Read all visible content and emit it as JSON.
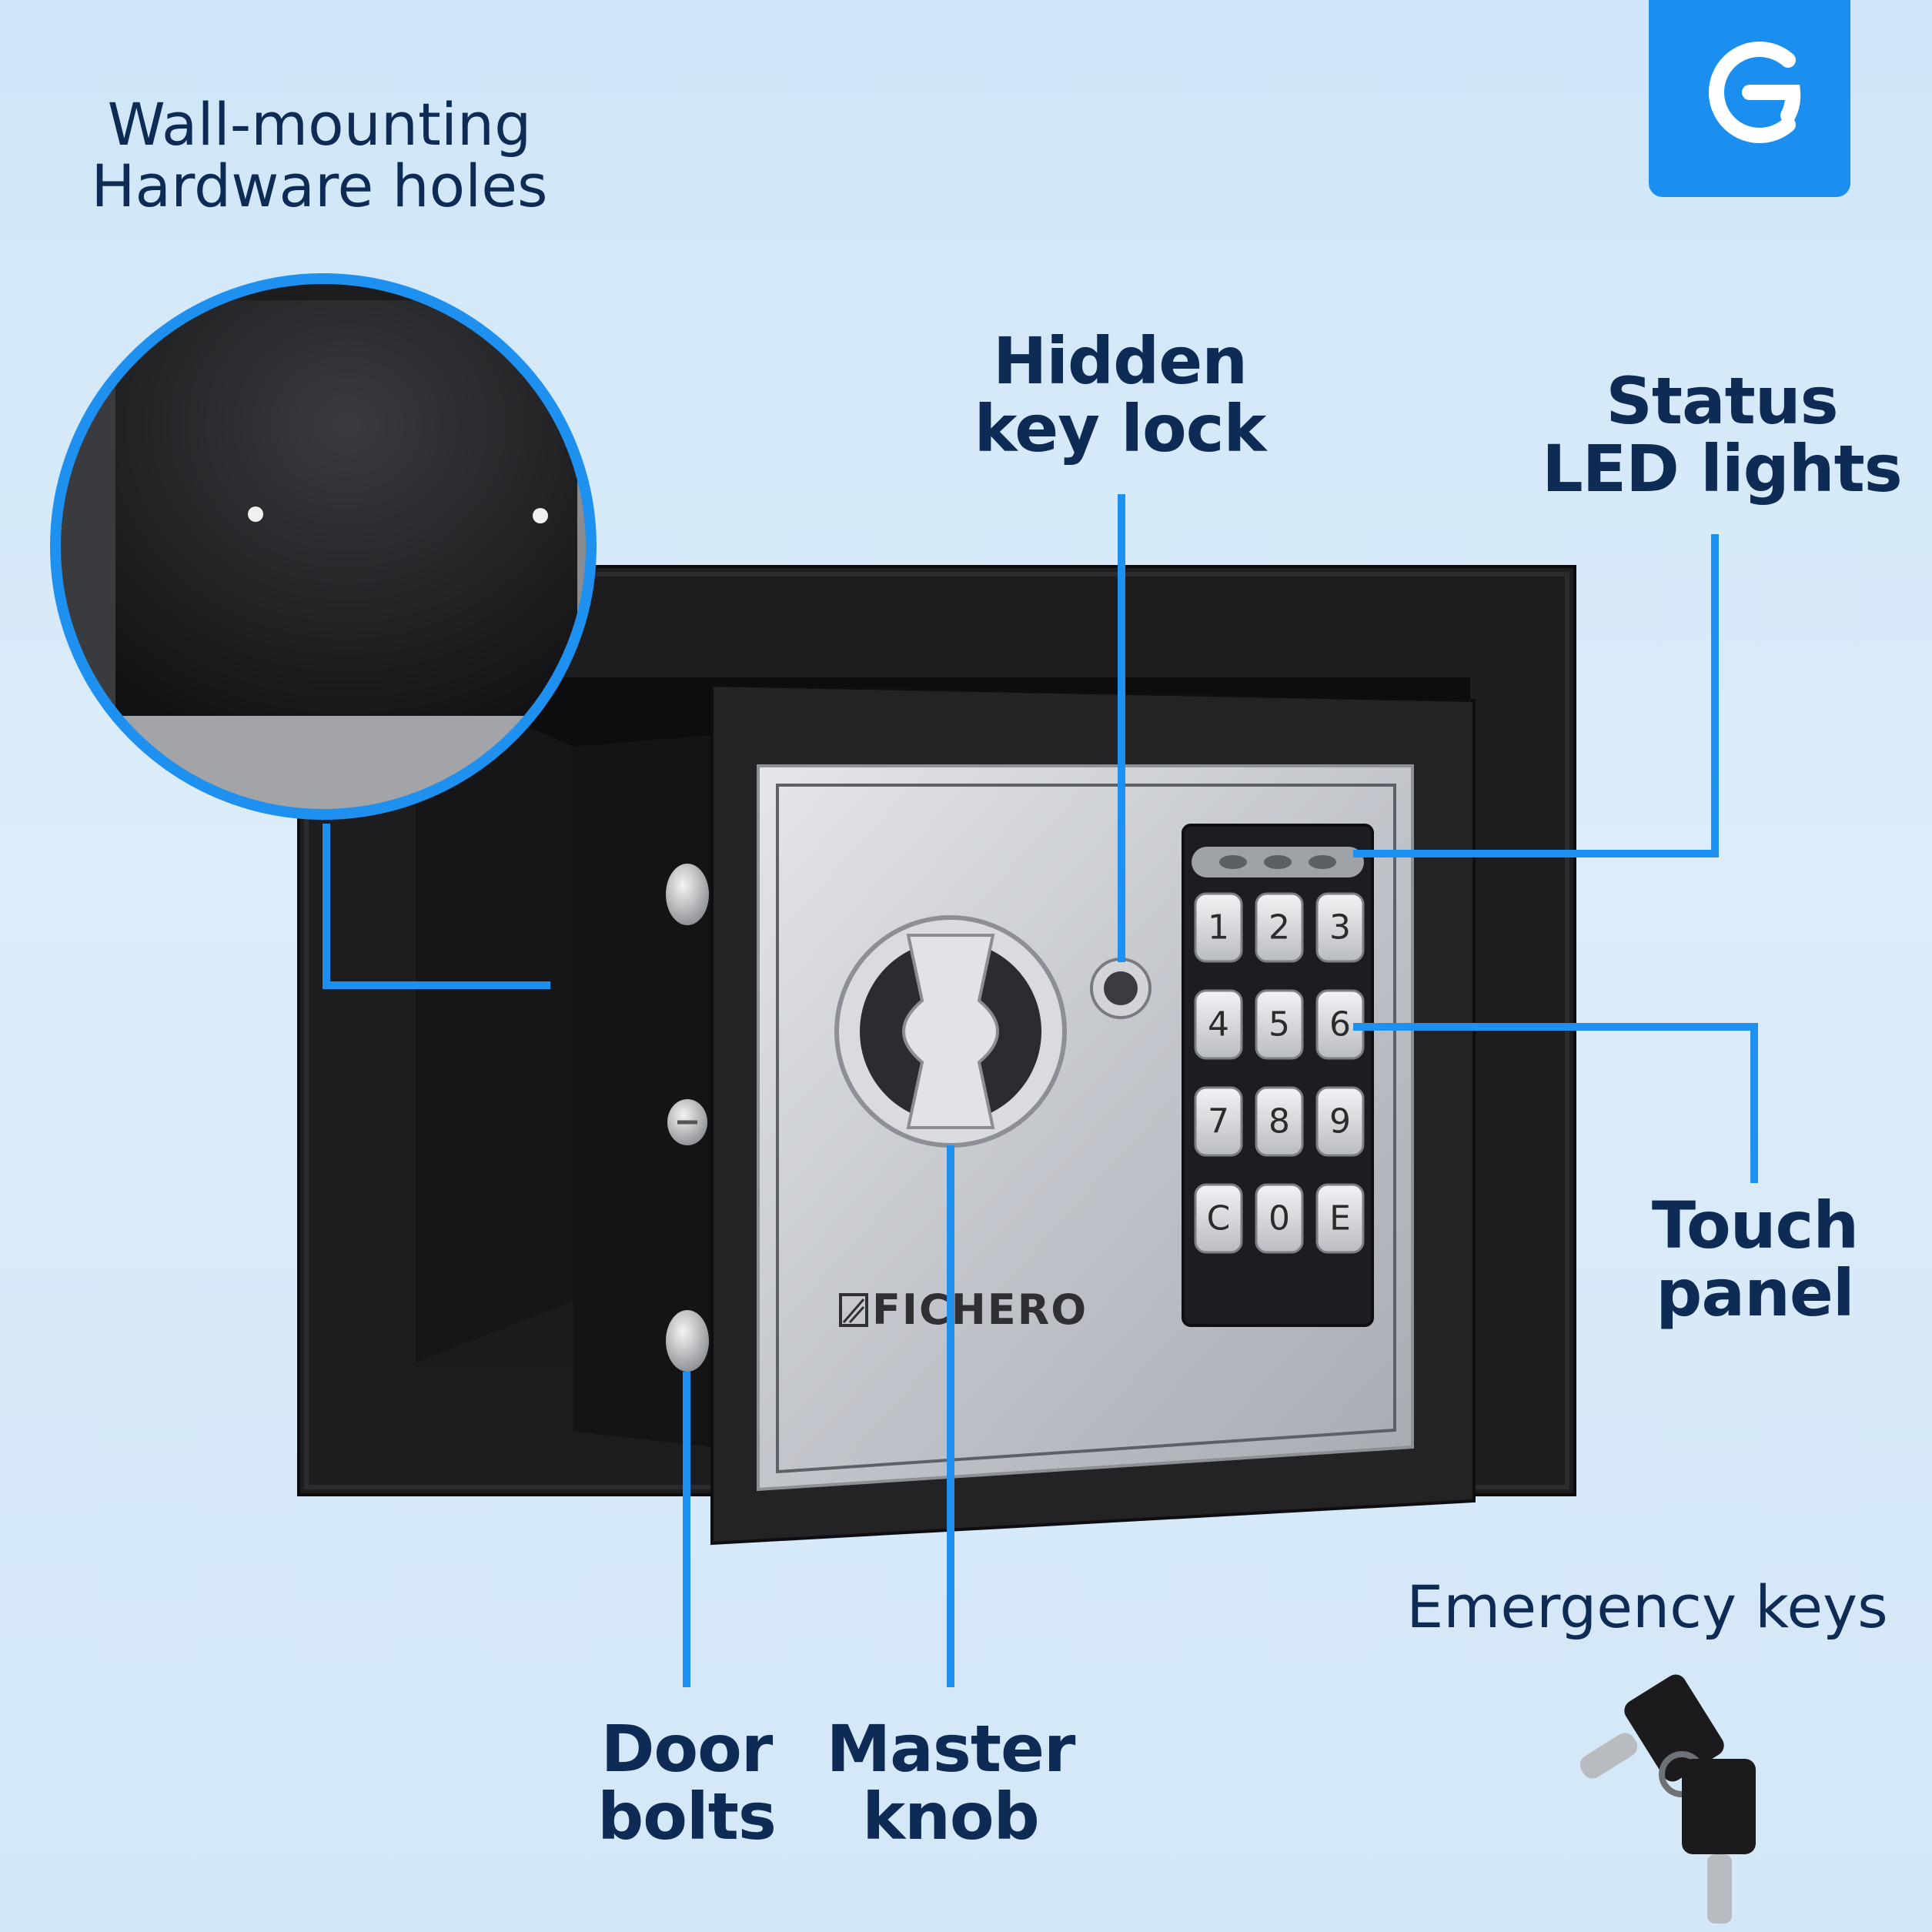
{
  "labels": {
    "wall_mounting": [
      "Wall-mounting",
      "Hardware holes"
    ],
    "hidden_key_lock": [
      "Hidden",
      "key lock"
    ],
    "status_led": [
      "Status",
      "LED lights"
    ],
    "touch_panel": [
      "Touch",
      "panel"
    ],
    "door_bolts": [
      "Door",
      "bolts"
    ],
    "master_knob": [
      "Master",
      "knob"
    ],
    "emergency_keys": "Emergency keys"
  },
  "brand": "FICHERO",
  "keypad": [
    "1",
    "2",
    "3",
    "4",
    "5",
    "6",
    "7",
    "8",
    "9",
    "C",
    "0",
    "E"
  ],
  "colors": {
    "background": "#d6e9f9",
    "accent": "#1e90f0",
    "text": "#0e2b55",
    "safe_body": "#1c1c1e",
    "panel_silver": "#c9ccd1"
  },
  "icons": {
    "logo": "brand-logo-icon",
    "keys": "key-icon"
  }
}
